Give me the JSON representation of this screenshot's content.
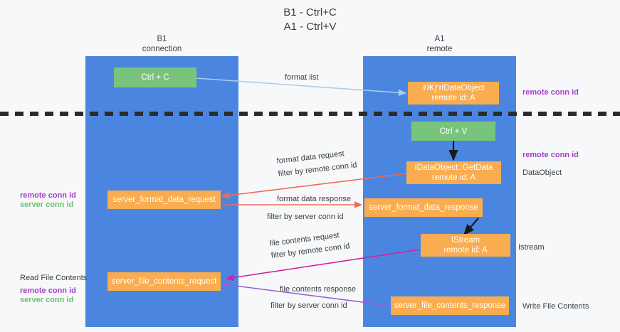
{
  "title_lines": [
    "B1 - Ctrl+C",
    "A1 - Ctrl+V"
  ],
  "colors": {
    "lane": "#4a86e0",
    "node_green": "#79c47d",
    "node_orange": "#f9ad50",
    "purple": "#a43fc9",
    "green_text": "#6cbf73",
    "arrow_blue": "#a8cdf0",
    "arrow_red": "#ef6a59",
    "arrow_magenta": "#d61fa0",
    "arrow_violet": "#9a5bd6",
    "arrow_black": "#1a1a1a",
    "background": "#f7f8f9"
  },
  "columns": [
    {
      "id": "b1",
      "title": "B1",
      "subtitle": "connection"
    },
    {
      "id": "a1",
      "title": "A1",
      "subtitle": "remote"
    }
  ],
  "nodes": [
    {
      "id": "ctrl-c",
      "lines": [
        "Ctrl + C"
      ],
      "style": "green"
    },
    {
      "id": "idataobject",
      "lines": [
        "२ЖƒזIDataObject",
        "remote id: A"
      ],
      "style": "orange"
    },
    {
      "id": "ctrl-v",
      "lines": [
        "Ctrl + V"
      ],
      "style": "green"
    },
    {
      "id": "idataobject-getdata",
      "lines": [
        "IDataObject::GetData",
        "remote id: A"
      ],
      "style": "orange"
    },
    {
      "id": "server-format-data-request",
      "lines": [
        "server_format_data_request"
      ],
      "style": "orange"
    },
    {
      "id": "server-format-data-response",
      "lines": [
        "server_format_data_response"
      ],
      "style": "orange"
    },
    {
      "id": "istream",
      "lines": [
        "IStream",
        "remote id: A"
      ],
      "style": "orange"
    },
    {
      "id": "server-file-contents-request",
      "lines": [
        "server_file_contents_request"
      ],
      "style": "orange"
    },
    {
      "id": "server-file-contents-response",
      "lines": [
        "server_file_contents_response"
      ],
      "style": "orange"
    }
  ],
  "edge_labels": {
    "format_list": "format list",
    "format_data_request": "format data request",
    "format_data_request_filter_prefix": "filter by ",
    "format_data_request_filter_key": "remote conn id",
    "format_data_response": "format data response",
    "format_data_response_filter_prefix": "filter by ",
    "format_data_response_filter_key": "server conn id",
    "file_contents_request": "file contents request",
    "file_contents_request_filter_prefix": "filter by ",
    "file_contents_request_filter_key": "remote conn id",
    "file_contents_response": "file contents response",
    "file_contents_response_filter_prefix": "filter by ",
    "file_contents_response_filter_key": "server conn id"
  },
  "side_labels": {
    "right_remote_conn_id_top": "remote conn id",
    "right_remote_conn_id_mid": "remote conn id",
    "right_dataobject": "DataObject",
    "right_istream": "Istream",
    "right_write_file_contents": "Write File Contents",
    "left_remote_conn_id_mid": "remote conn id",
    "left_server_conn_id_mid": "server conn id",
    "left_read_file_contents": "Read File Contents",
    "left_remote_conn_id_bottom": "remote conn id",
    "left_server_conn_id_bottom": "server conn id"
  }
}
